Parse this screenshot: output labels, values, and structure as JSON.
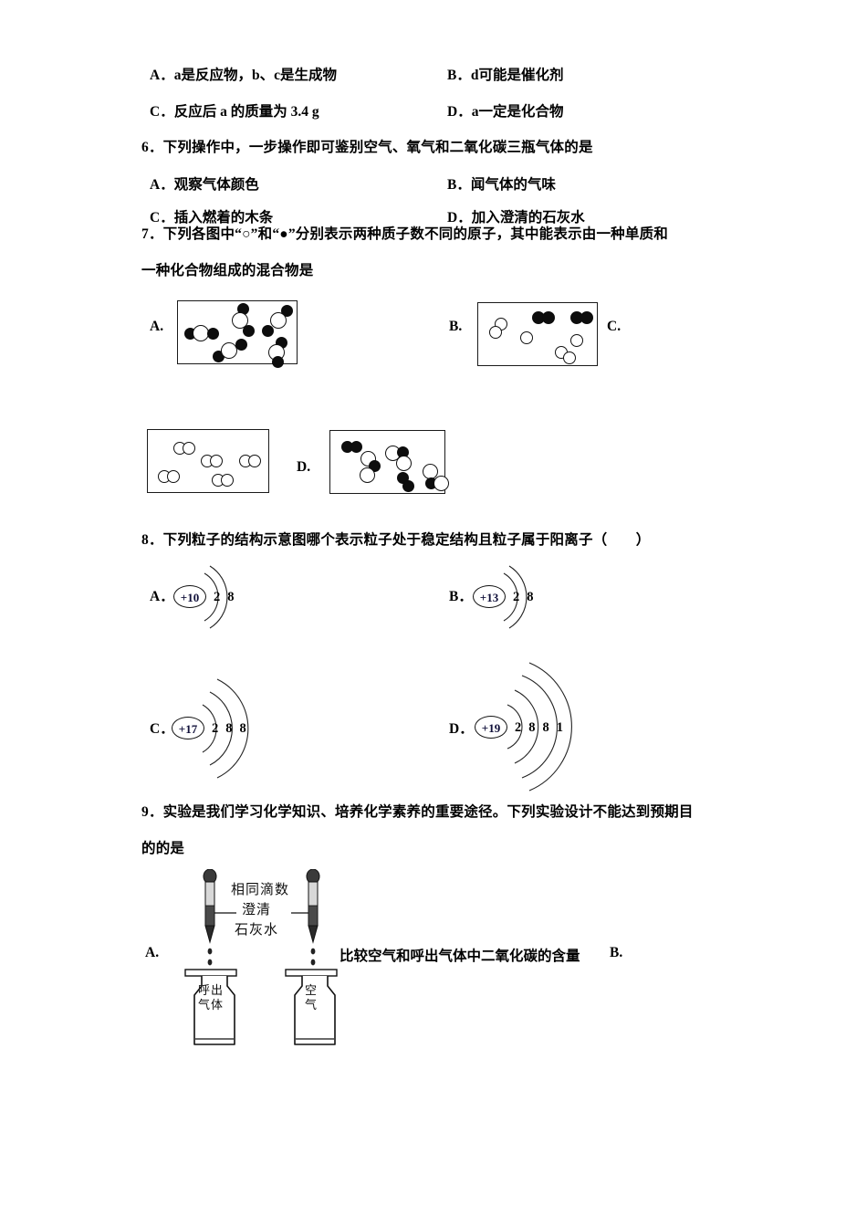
{
  "document": {
    "type": "chemistry-exam-page"
  },
  "q5_options": {
    "a": "A．a是反应物，b、c是生成物",
    "b": "B．d可能是催化剂",
    "c": "C．反应后 a 的质量为 3.4 g",
    "d": "D．a一定是化合物"
  },
  "q6": {
    "stem": "6．下列操作中，一步操作即可鉴别空气、氧气和二氧化碳三瓶气体的是",
    "a": "A．观察气体颜色",
    "b": "B．闻气体的气味",
    "c": "C．插入燃着的木条",
    "d": "D．加入澄清的石灰水"
  },
  "q7": {
    "stem_line1": "7．下列各图中“○”和“●”分别表示两种质子数不同的原子，其中能表示由一种单质和",
    "stem_line2": "一种化合物组成的混合物是",
    "label_a": "A.",
    "label_b": "B.",
    "label_c": "C.",
    "label_d": "D.",
    "legend_open_circle": "○",
    "legend_filled_circle": "●"
  },
  "q8": {
    "stem": "8．下列粒子的结构示意图哪个表示粒子处于稳定结构且粒子属于阳离子（　　）",
    "options": [
      {
        "label": "A．",
        "nucleus": "+10",
        "shells": [
          "2",
          "8"
        ]
      },
      {
        "label": "B．",
        "nucleus": "+13",
        "shells": [
          "2",
          "8"
        ]
      },
      {
        "label": "C．",
        "nucleus": "+17",
        "shells": [
          "2",
          "8",
          "8"
        ]
      },
      {
        "label": "D．",
        "nucleus": "+19",
        "shells": [
          "2",
          "8",
          "8",
          "1"
        ]
      }
    ]
  },
  "q9": {
    "stem_line1": "9．实验是我们学习化学知识、培养化学素养的重要途径。下列实验设计不能达到预期目",
    "stem_line2": "的的是",
    "label_a": "A.",
    "label_b": "B.",
    "dropper_note_line1": "相同滴数",
    "dropper_note_line2": "澄清",
    "dropper_note_line3": "石灰水",
    "bottle_left_line1": "呼出",
    "bottle_left_line2": "气体",
    "bottle_right_line1": "空",
    "bottle_right_line2": "气",
    "caption": "比较空气和呼出气体中二氧化碳的含量"
  },
  "colors": {
    "ink": "#000000",
    "atom_fill_black": "#0d0d0d",
    "atom_fill_white": "#ffffff",
    "nucleus_text": "#10103a",
    "paper": "#ffffff"
  }
}
